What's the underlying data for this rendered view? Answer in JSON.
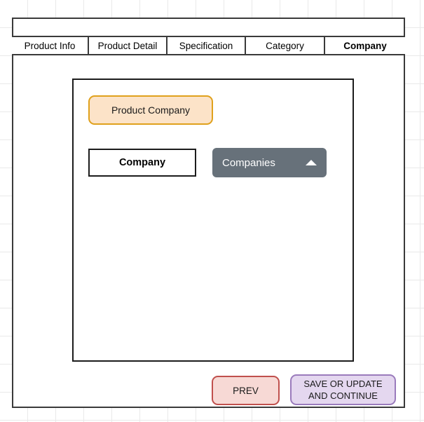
{
  "tabs": [
    {
      "label": "Product Info",
      "active": false
    },
    {
      "label": "Product Detail",
      "active": false
    },
    {
      "label": "Specification",
      "active": false
    },
    {
      "label": "Category",
      "active": false
    },
    {
      "label": "Company",
      "active": true
    }
  ],
  "content": {
    "section_title": "Product Company",
    "field": {
      "label": "Company",
      "dropdown_value": "Companies",
      "dropdown_caret_icon": "caret-up-icon"
    }
  },
  "footer": {
    "prev_label": "PREV",
    "save_label_line1": "SAVE OR UPDATE",
    "save_label_line2": "AND CONTINUE"
  },
  "colors": {
    "section_title_fill": "#fce3c8",
    "section_title_border": "#e0a11c",
    "dropdown_fill": "#67717a",
    "dropdown_text": "#ffffff",
    "prev_fill": "#f7d9d5",
    "prev_border": "#c0504d",
    "save_fill": "#e4d7ef",
    "save_border": "#9a7bbc",
    "frame_border": "#3a3a3a",
    "grid_line": "#e9e9e9"
  }
}
